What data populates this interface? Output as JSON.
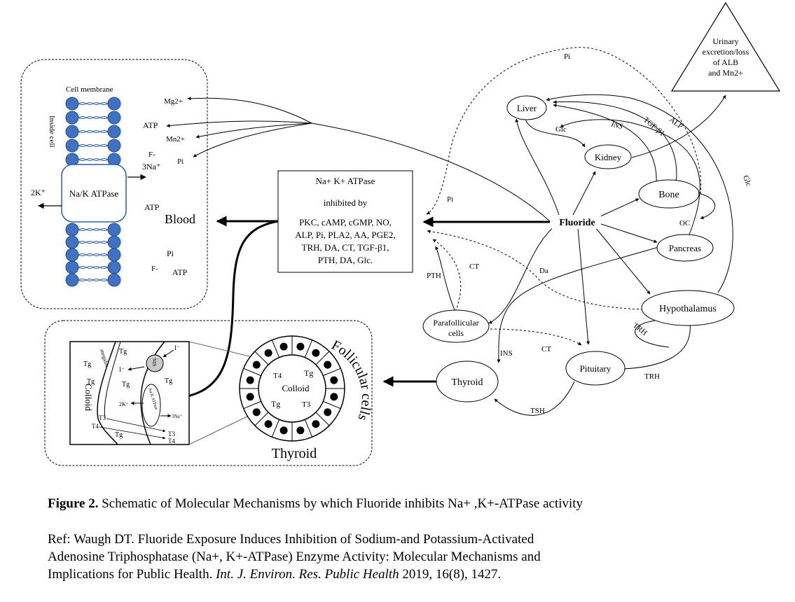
{
  "cell_panel": {
    "cell_membrane": "Cell membrane",
    "inside_cell": "Inside cell",
    "pump": "Na/K ATPase",
    "k_out": "2K⁺",
    "mg": "Mg2+",
    "atp1": "ATP",
    "mn": "Mn2+",
    "f1": "F-",
    "na": "3Na⁺",
    "pi1": "Pi",
    "atp2": "ATP",
    "blood": "Blood",
    "pi2": "Pi",
    "f2": "F-",
    "atp3": "ATP"
  },
  "center_box": {
    "line1": "Na+ K+ ATPase",
    "line2": "inhibited by",
    "line3": "PKC, cAMP, cGMP, NO,",
    "line4": "ALP, Pi, PLA2, AA, PGE2,",
    "line5": "TRH, DA, CT, TGF-β1,",
    "line6": "PTH, DA, Glc."
  },
  "thyroid_panel": {
    "follicular_cells": "Follicular cells",
    "thyroid": "Thyroid",
    "colloid": "Colloid",
    "t4": "T4",
    "tg1": "Tg",
    "tg2": "Tg",
    "t3": "T3",
    "inset": {
      "megalin": "megalin",
      "colloid": "Colloid",
      "tg1": "Tg",
      "tg2": "Tg",
      "tg3": "Tg",
      "tg4": "Tg",
      "tg5": "Tg",
      "tg6": "Tg",
      "i_minus1": "I⁻",
      "i_minus2": "I⁻",
      "k_in": "2K⁺",
      "na_out": "3Na⁺",
      "t3a": "T3",
      "t4a": "T4",
      "t3b": "T3",
      "t4b": "T4",
      "nis": "NIS",
      "pump": "Na/K ATPase"
    }
  },
  "network": {
    "fluoride": "Fluoride",
    "liver": "Liver",
    "kidney": "Kidney",
    "bone": "Bone",
    "pancreas": "Pancreas",
    "hypothalamus": "Hypothalamus",
    "pituitary": "Pituitary",
    "thyroid": "Thyroid",
    "parafollicular1": "Parafollicular",
    "parafollicular2": "cells",
    "urinary1": "Urinary",
    "urinary2": "excretion/loss",
    "urinary3": "of ALB",
    "urinary4": "and Mn2+",
    "lbl_pi_top": "Pi",
    "lbl_pi_left": "Pi",
    "lbl_glc_liver": "Glc",
    "lbl_ins_liver": "INS",
    "lbl_tgf": "TGF-β1",
    "lbl_alp": "ALP",
    "lbl_glc_right": "Glc",
    "lbl_oc": "OC",
    "lbl_da": "Da",
    "lbl_pth": "PTH",
    "lbl_ct1": "CT",
    "lbl_ct2": "CT",
    "lbl_ins2": "INS",
    "lbl_trh1": "TRH",
    "lbl_trh2": "TRH",
    "lbl_tsh": "TSH"
  },
  "caption": {
    "label": "Figure 2.",
    "text": " Schematic of Molecular Mechanisms by which Fluoride inhibits Na+ ,K+-ATPase activity"
  },
  "reference": {
    "line1": "Ref: Waugh DT. Fluoride Exposure Induces Inhibition of Sodium-and Potassium-Activated",
    "line2": "Adenosine Triphosphatase (Na+, K+-ATPase) Enzyme Activity: Molecular Mechanisms and",
    "line3_a": "Implications for Public Health. ",
    "line3_journal": "Int. J. Environ. Res. Public Health",
    "line3_b": " 2019, 16(8), 1427."
  }
}
